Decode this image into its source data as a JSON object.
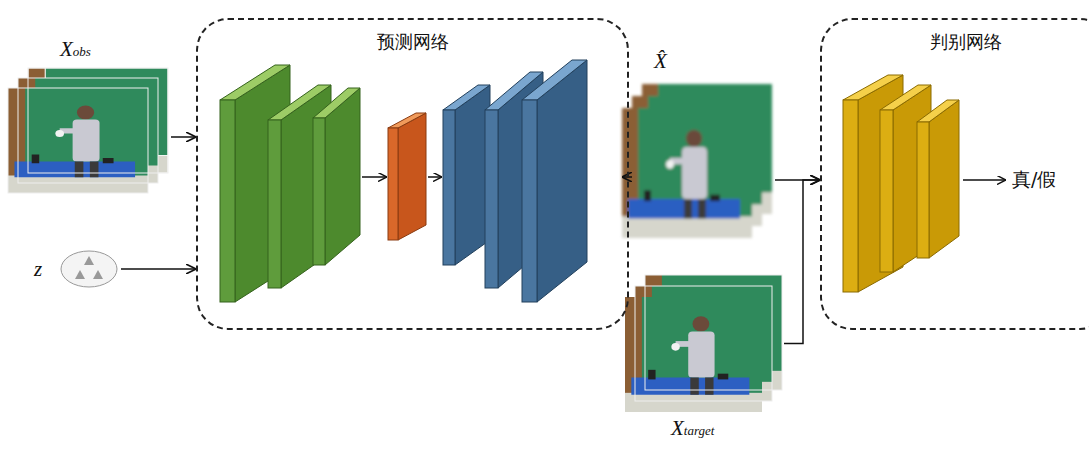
{
  "diagram": {
    "nodes": [
      {
        "text": [
          "Xobs"
        ]
      },
      {
        "text": [
          "z"
        ]
      },
      {
        "text": [
          "预测网络"
        ]
      },
      {
        "text": [
          "X̂"
        ]
      },
      {
        "text": [
          "Xtarget"
        ]
      },
      {
        "text": [
          "判别网络"
        ]
      }
    ],
    "edges": [
      {
        "from": 0,
        "to": 2,
        "arrow": "to"
      },
      {
        "from": 1,
        "to": 2,
        "arrow": "to"
      },
      {
        "from": 2,
        "to": 3,
        "arrow": "to"
      },
      {
        "from": 3,
        "to": 5,
        "arrow": "to"
      },
      {
        "from": 4,
        "to": 5,
        "arrow": "to"
      }
    ],
    "labels": [
      "真/假"
    ]
  }
}
